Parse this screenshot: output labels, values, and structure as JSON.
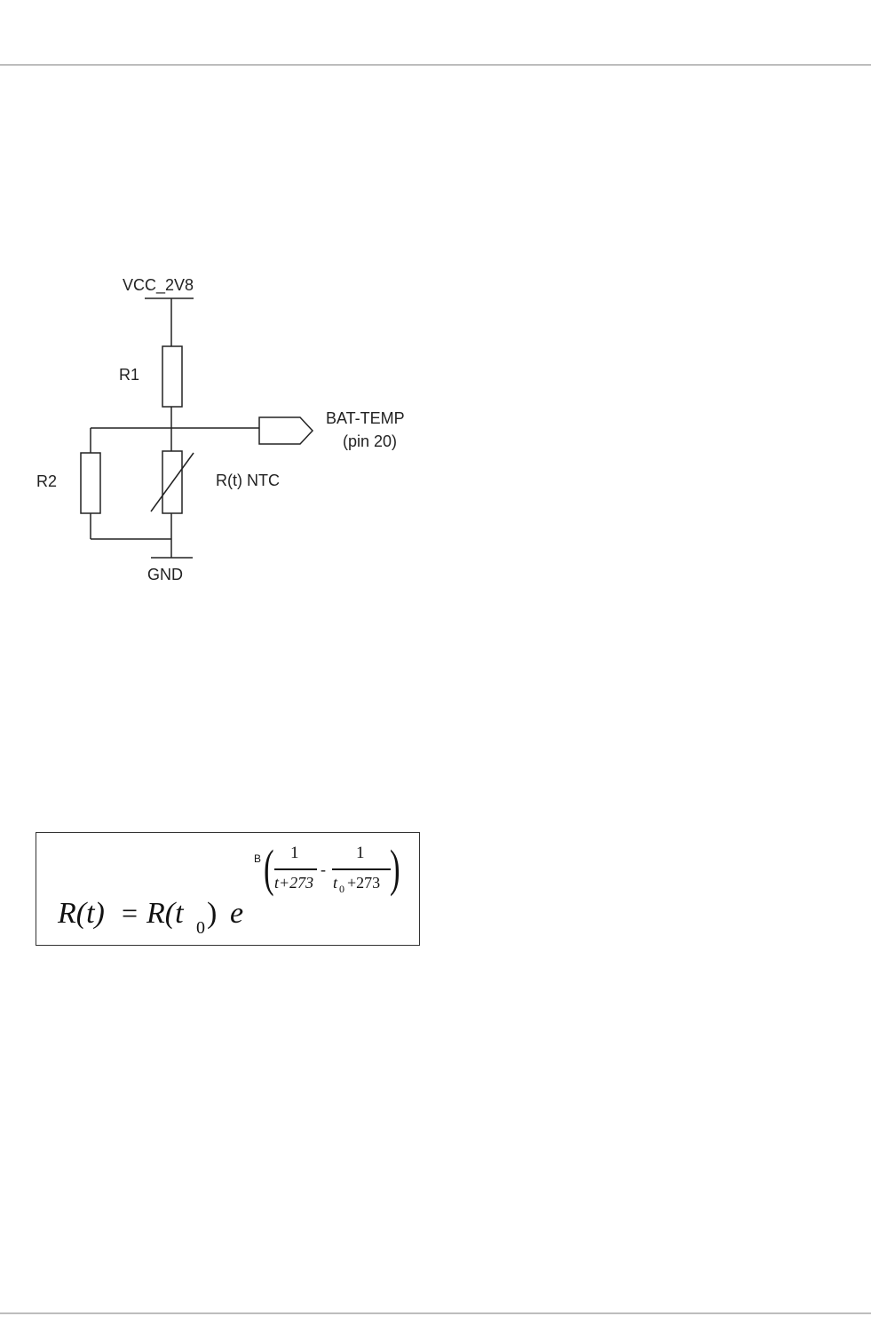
{
  "schematic": {
    "supply_label": "VCC_2V8",
    "r1_label": "R1",
    "r2_label": "R2",
    "ntc_label": "R(t) NTC",
    "output_label_line1": "BAT-TEMP",
    "output_label_line2": "(pin 20)",
    "ground_label": "GND"
  },
  "formula": {
    "lhs": "R(t)",
    "equals": "=",
    "rhs_base": "R(t",
    "rhs_sub": "0",
    "rhs_close": ")",
    "exp_base": "e",
    "exp_coeff": "B",
    "frac1_num": "1",
    "frac1_den": "t+273",
    "minus": "-",
    "frac2_num": "1",
    "frac2_den_var": "t",
    "frac2_den_sub": "0",
    "frac2_den_rest": "+273"
  }
}
